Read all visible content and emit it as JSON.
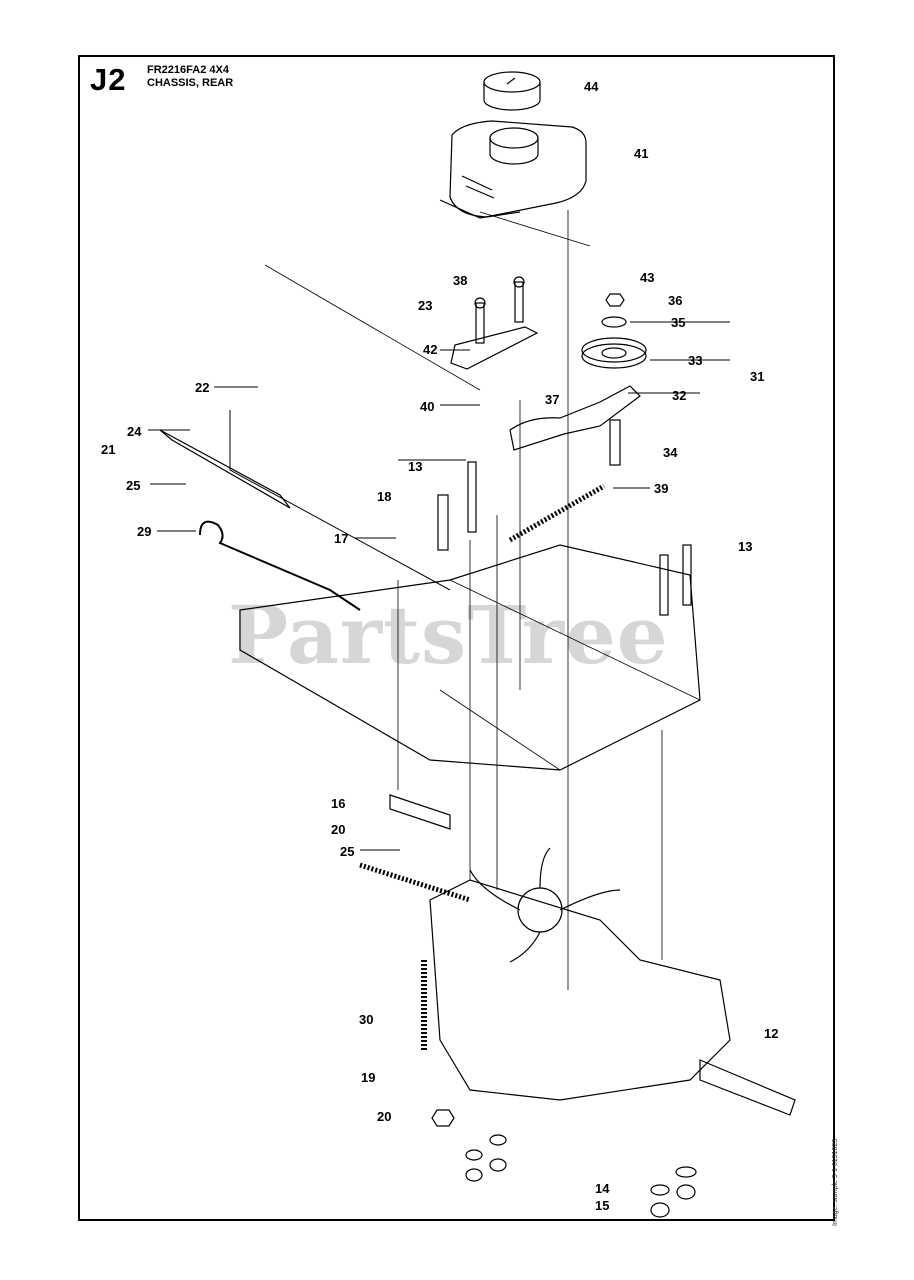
{
  "header": {
    "section_code": "J2",
    "model": "FR2216FA2 4X4",
    "assembly": "CHASSIS, REAR"
  },
  "watermark": "PartsTree",
  "side_code": "Image: sample 5-1 6151023",
  "callouts": [
    {
      "id": "c44",
      "label": "44"
    },
    {
      "id": "c41",
      "label": "41"
    },
    {
      "id": "c43",
      "label": "43"
    },
    {
      "id": "c38",
      "label": "38"
    },
    {
      "id": "c23",
      "label": "23"
    },
    {
      "id": "c36",
      "label": "36"
    },
    {
      "id": "c35",
      "label": "35"
    },
    {
      "id": "c42",
      "label": "42"
    },
    {
      "id": "c33",
      "label": "33"
    },
    {
      "id": "c31",
      "label": "31"
    },
    {
      "id": "c22",
      "label": "22"
    },
    {
      "id": "c37",
      "label": "37"
    },
    {
      "id": "c32",
      "label": "32"
    },
    {
      "id": "c40",
      "label": "40"
    },
    {
      "id": "c24",
      "label": "24"
    },
    {
      "id": "c21",
      "label": "21"
    },
    {
      "id": "c34",
      "label": "34"
    },
    {
      "id": "c13a",
      "label": "13"
    },
    {
      "id": "c25a",
      "label": "25"
    },
    {
      "id": "c39",
      "label": "39"
    },
    {
      "id": "c18",
      "label": "18"
    },
    {
      "id": "c29",
      "label": "29"
    },
    {
      "id": "c17",
      "label": "17"
    },
    {
      "id": "c13b",
      "label": "13"
    },
    {
      "id": "c16",
      "label": "16"
    },
    {
      "id": "c20a",
      "label": "20"
    },
    {
      "id": "c25b",
      "label": "25"
    },
    {
      "id": "c30",
      "label": "30"
    },
    {
      "id": "c12",
      "label": "12"
    },
    {
      "id": "c19",
      "label": "19"
    },
    {
      "id": "c20b",
      "label": "20"
    },
    {
      "id": "c14",
      "label": "14"
    },
    {
      "id": "c15",
      "label": "15"
    }
  ]
}
